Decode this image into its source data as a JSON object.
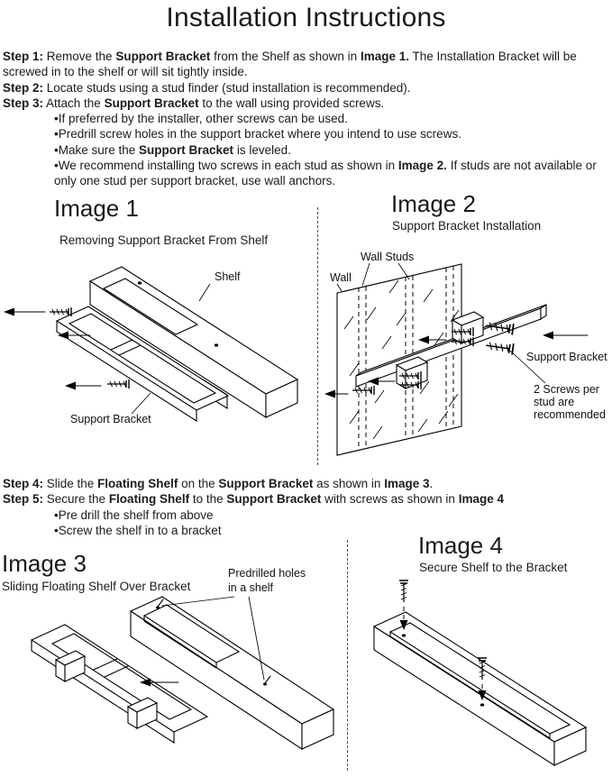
{
  "title": "Installation Instructions",
  "colors": {
    "background": "#ffffff",
    "text": "#1b1b1b",
    "line": "#000000"
  },
  "steps_top": [
    {
      "segs": [
        {
          "t": "Step 1:"
        },
        {
          "t": " Remove the "
        },
        {
          "t": "Support Bracket"
        },
        {
          "t": " from the Shelf as shown in "
        },
        {
          "t": "Image 1."
        },
        {
          "t": " The Installation Bracket will be screwed in to the shelf or will sit tightly inside."
        }
      ]
    },
    {
      "segs": [
        {
          "t": "Step 2:"
        },
        {
          "t": " Locate studs using a stud finder (stud installation is recommended)."
        }
      ]
    },
    {
      "segs": [
        {
          "t": "Step 3:"
        },
        {
          "t": " Attach the "
        },
        {
          "t": "Support Bracket"
        },
        {
          "t": " to the wall using provided screws."
        }
      ]
    }
  ],
  "bullets_top": [
    {
      "segs": [
        {
          "t": "•If preferred by the installer, other screws can be used."
        }
      ]
    },
    {
      "segs": [
        {
          "t": "•Predrill screw holes in the support bracket where you intend to use screws."
        }
      ]
    },
    {
      "segs": [
        {
          "t": "•Make sure the "
        },
        {
          "t": "Support Bracket"
        },
        {
          "t": " is leveled."
        }
      ]
    },
    {
      "segs": [
        {
          "t": "•We recommend installing two screws in each stud as shown in "
        },
        {
          "t": "Image 2."
        },
        {
          "t": " If studs are not available or only one stud per support bracket, use wall anchors."
        }
      ]
    }
  ],
  "steps_bottom": [
    {
      "segs": [
        {
          "t": "Step 4:"
        },
        {
          "t": " Slide the "
        },
        {
          "t": "Floating Shelf"
        },
        {
          "t": " on the "
        },
        {
          "t": "Support Bracket"
        },
        {
          "t": " as shown in "
        },
        {
          "t": "Image 3"
        },
        {
          "t": "."
        }
      ]
    },
    {
      "segs": [
        {
          "t": "Step 5:"
        },
        {
          "t": " Secure the "
        },
        {
          "t": "Floating Shelf"
        },
        {
          "t": " to the "
        },
        {
          "t": "Support Bracket"
        },
        {
          "t": " with screws as shown in "
        },
        {
          "t": "Image 4"
        }
      ]
    }
  ],
  "bullets_bottom": [
    {
      "segs": [
        {
          "t": "•Pre drill the shelf from above"
        }
      ]
    },
    {
      "segs": [
        {
          "t": "•Screw the shelf in to a bracket"
        }
      ]
    }
  ],
  "figures": {
    "image1": {
      "heading": "Image 1",
      "caption": "Removing Support Bracket From Shelf",
      "labels": {
        "shelf": "Shelf",
        "support_bracket": "Support Bracket"
      }
    },
    "image2": {
      "heading": "Image 2",
      "caption": "Support Bracket Installation",
      "labels": {
        "wall_studs": "Wall Studs",
        "wall": "Wall",
        "support_bracket": "Support Bracket",
        "screws_note_line1": "2 Screws per",
        "screws_note_line2": "stud are",
        "screws_note_line3": "recommended"
      }
    },
    "image3": {
      "heading": "Image 3",
      "caption": "Sliding Floating Shelf Over Bracket",
      "labels": {
        "predrilled_line1": "Predrilled holes",
        "predrilled_line2": "in a shelf"
      }
    },
    "image4": {
      "heading": "Image 4",
      "caption": "Secure Shelf to the Bracket"
    }
  }
}
